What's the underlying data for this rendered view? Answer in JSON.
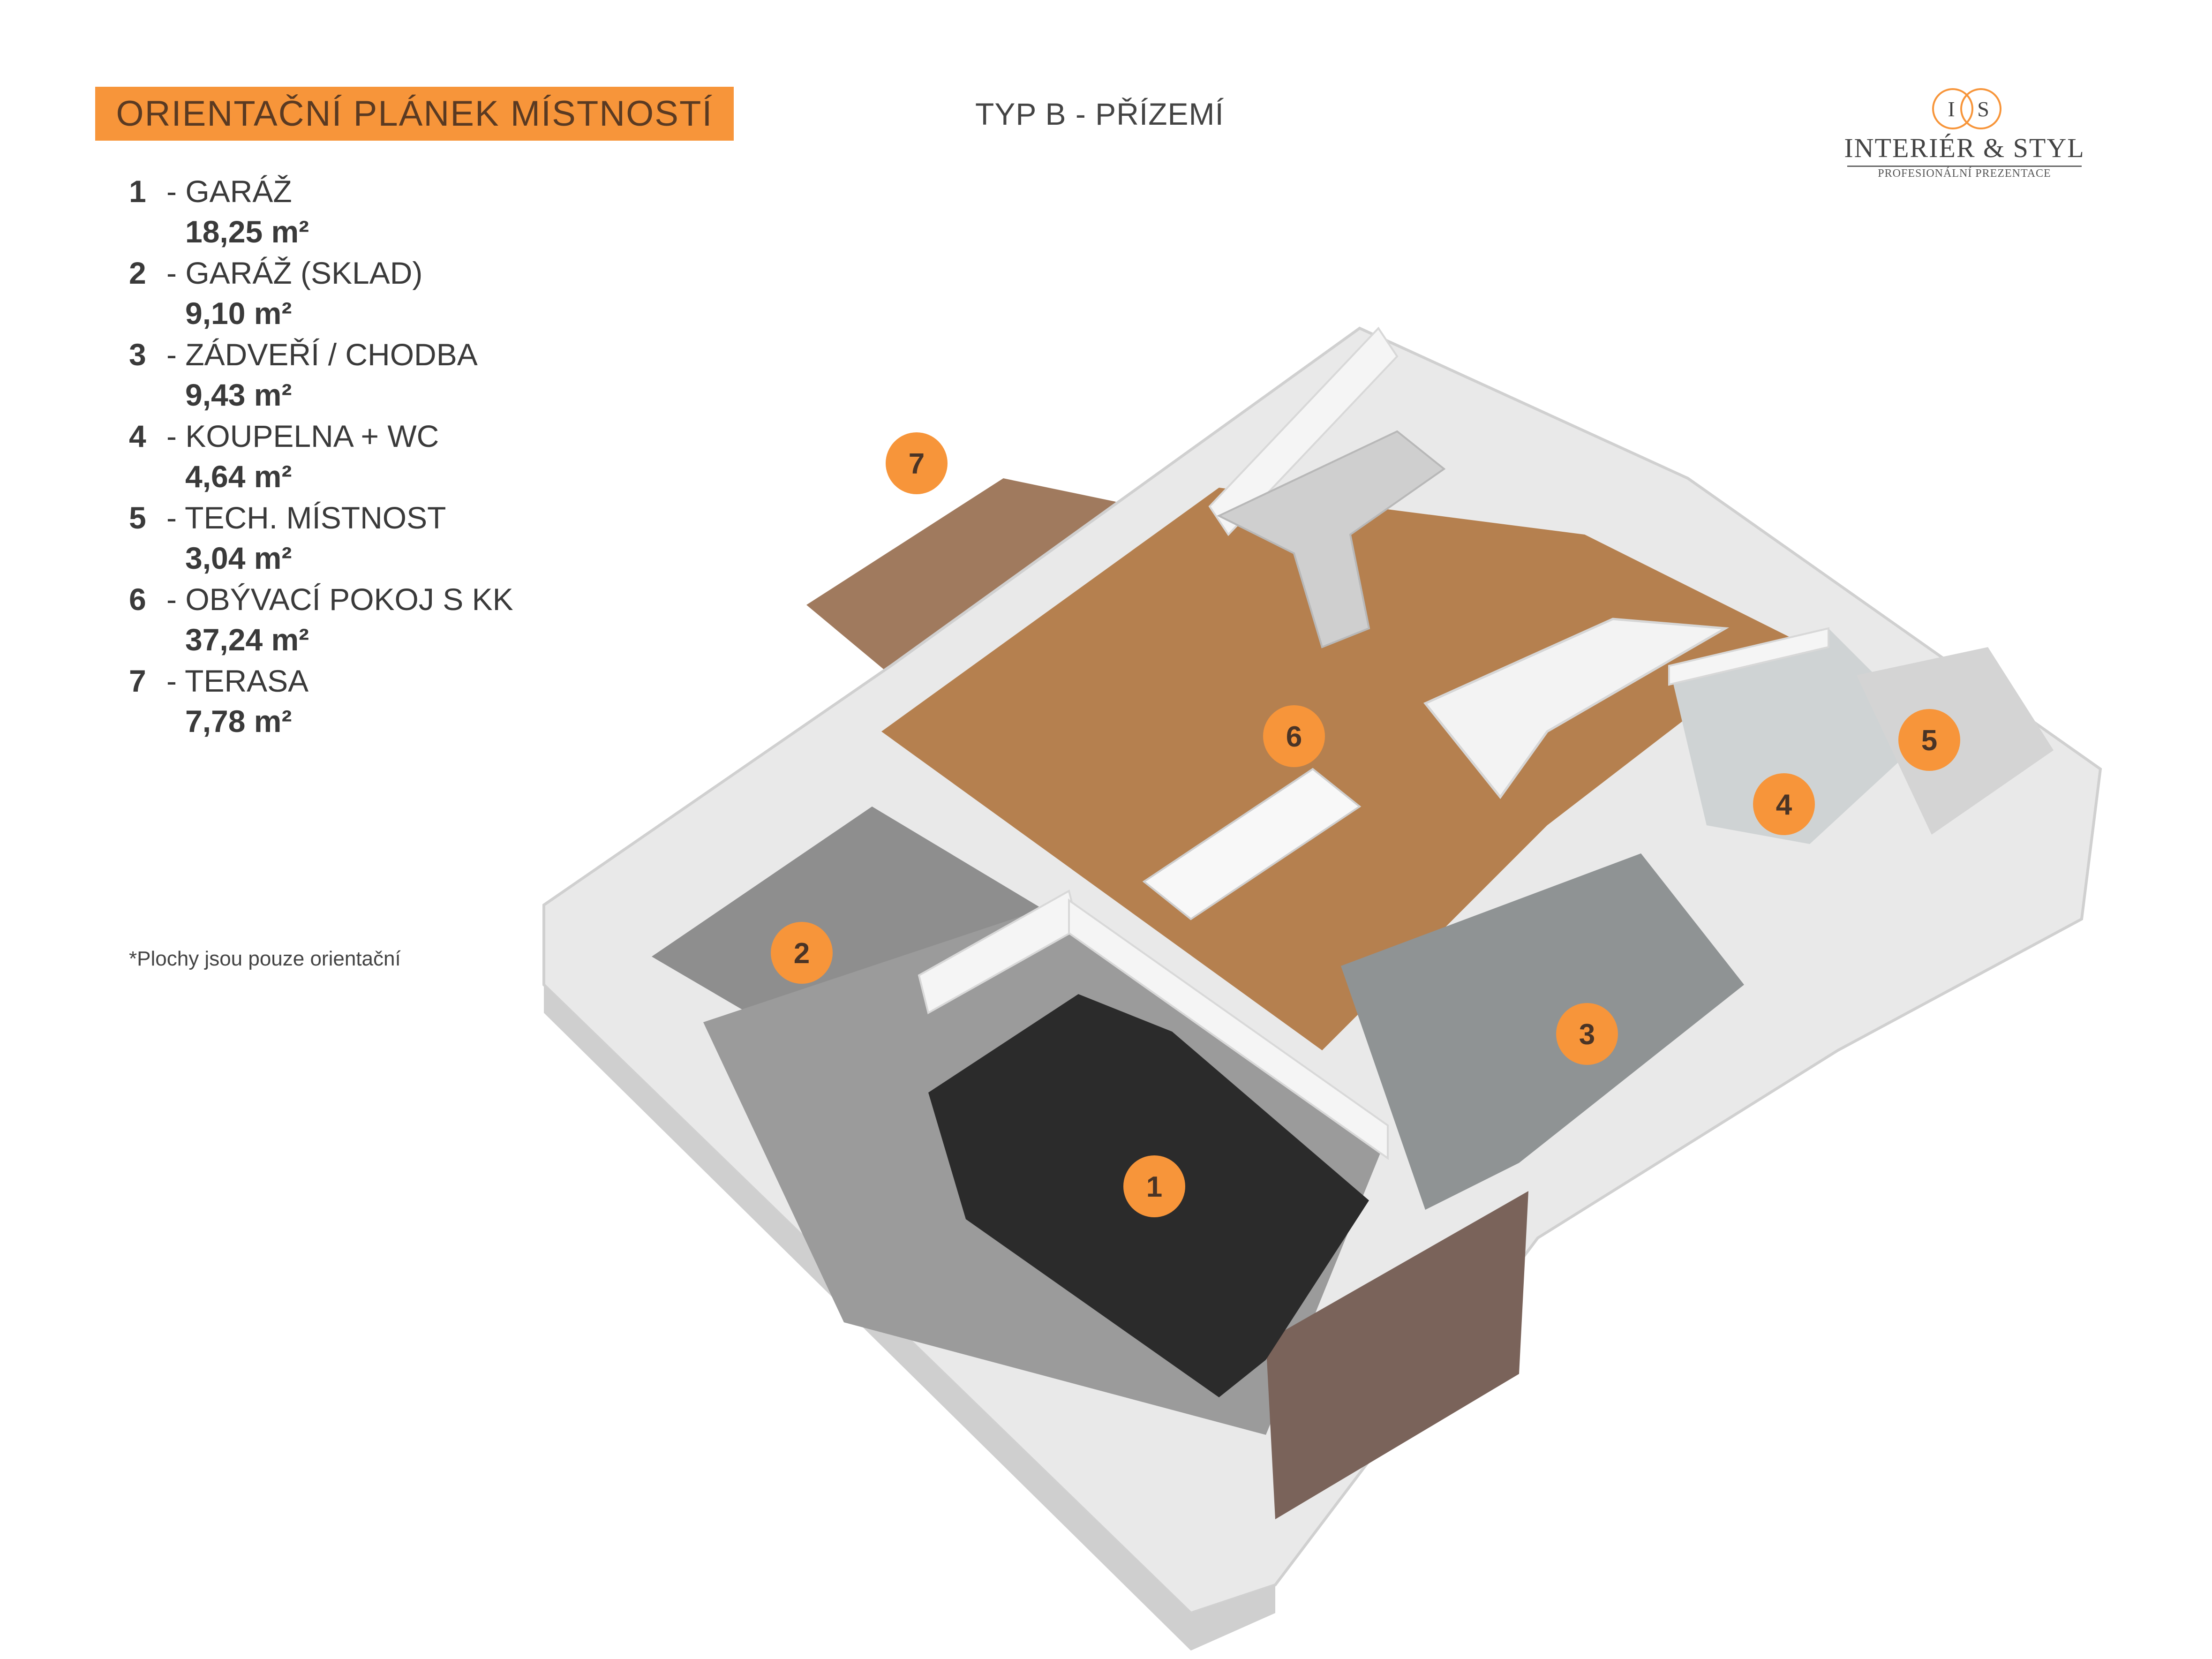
{
  "header": {
    "title": "ORIENTAČNÍ PLÁNEK MÍSTNOSTÍ",
    "subtitle": "TYP B - PŘÍZEMÍ"
  },
  "logo": {
    "monogram_left": "I",
    "monogram_right": "S",
    "name": "INTERIÉR & STYL",
    "tagline": "PROFESIONÁLNÍ PREZENTACE"
  },
  "rooms": [
    {
      "number": "1",
      "name": "- GARÁŽ",
      "area": "18,25 m²"
    },
    {
      "number": "2",
      "name": "- GARÁŽ (SKLAD)",
      "area": "9,10 m²"
    },
    {
      "number": "3",
      "name": "- ZÁDVEŘÍ / CHODBA",
      "area": "9,43 m²"
    },
    {
      "number": "4",
      "name": "- KOUPELNA + WC",
      "area": "4,64 m²"
    },
    {
      "number": "5",
      "name": "- TECH. MÍSTNOST",
      "area": "3,04 m²"
    },
    {
      "number": "6",
      "name": "- OBÝVACÍ POKOJ S KK",
      "area": "37,24 m²"
    },
    {
      "number": "7",
      "name": "- TERASA",
      "area": "7,78 m²"
    }
  ],
  "note": "*Plochy jsou pouze orientační",
  "colors": {
    "accent": "#f7953a",
    "wall": "#f2f2f2",
    "floor_wood": "#b07c4e",
    "floor_grey": "#9a9a9a",
    "garage_door": "#7a635a"
  }
}
